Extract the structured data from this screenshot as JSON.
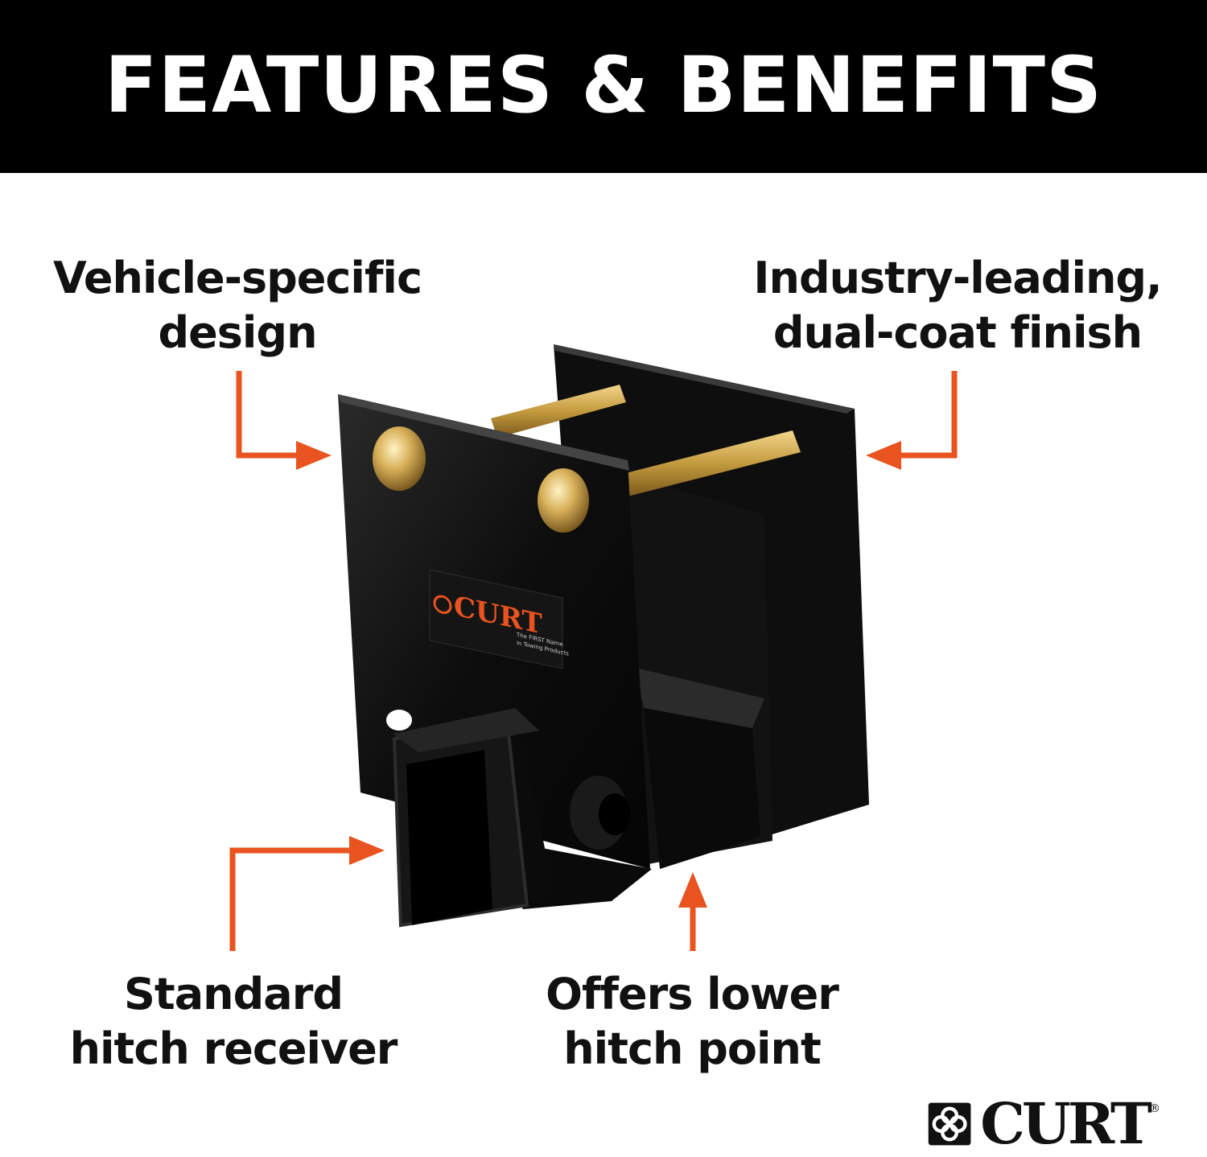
{
  "banner": {
    "title": "FEATURES & BENEFITS"
  },
  "callouts": {
    "vehicle_specific": {
      "line1": "Vehicle-specific",
      "line2": "design"
    },
    "finish": {
      "line1": "Industry-leading,",
      "line2": "dual-coat finish"
    },
    "receiver": {
      "line1": "Standard",
      "line2": "hitch receiver"
    },
    "hitch_point": {
      "line1": "Offers lower",
      "line2": "hitch point"
    }
  },
  "product": {
    "label_brand": "CURT",
    "label_tagline1": "The FIRST Name",
    "label_tagline2": "in Towing Products"
  },
  "logo": {
    "brand": "CURT",
    "reg": "®"
  },
  "colors": {
    "banner": "#000000",
    "accent_arrow": "#e8531f",
    "product": "#0b0b0b",
    "bolt": "#c9a24a"
  },
  "icons": [
    "arrow-right-icon",
    "arrow-left-icon",
    "arrow-up-icon",
    "curt-logo-icon"
  ]
}
